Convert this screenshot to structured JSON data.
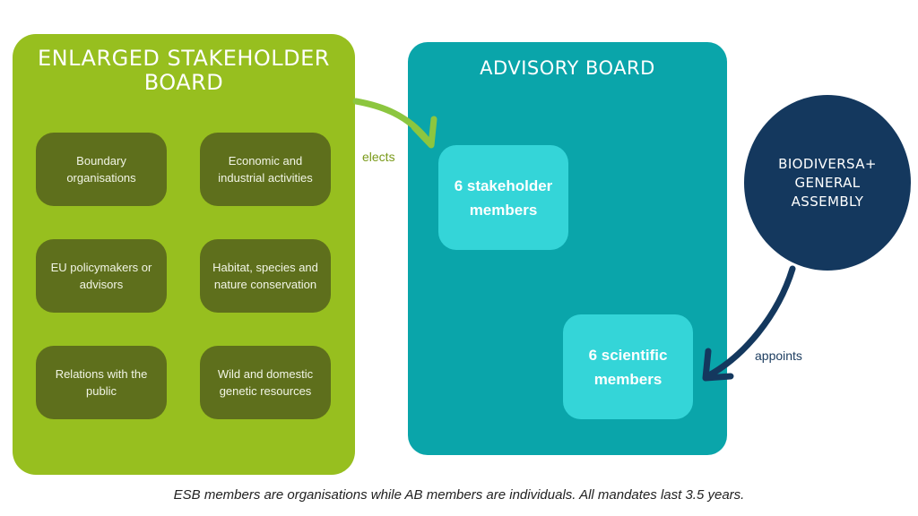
{
  "esb": {
    "title": "ENLARGED STAKEHOLDER\nBOARD",
    "categories": [
      "Boundary organisations",
      "Economic and industrial activities",
      "EU policymakers or advisors",
      "Habitat, species and nature conservation",
      "Relations with the public",
      "Wild and domestic genetic resources"
    ]
  },
  "ab": {
    "title": "ADVISORY BOARD",
    "stakeholder_members": "6 stakeholder\nmembers",
    "scientific_members": "6 scientific\nmembers"
  },
  "general_assembly": {
    "label": "BIODIVERSA+\nGENERAL\nASSEMBLY"
  },
  "relations": {
    "elects": "elects",
    "appoints": "appoints"
  },
  "caption": "ESB members are organisations while AB members are individuals. All mandates last 3.5 years.",
  "colors": {
    "esb_green": "#97bf1f",
    "category_olive": "#5e6f1c",
    "ab_teal": "#0aa5aa",
    "member_cyan": "#34d5d8",
    "assembly_navy": "#14385e"
  }
}
